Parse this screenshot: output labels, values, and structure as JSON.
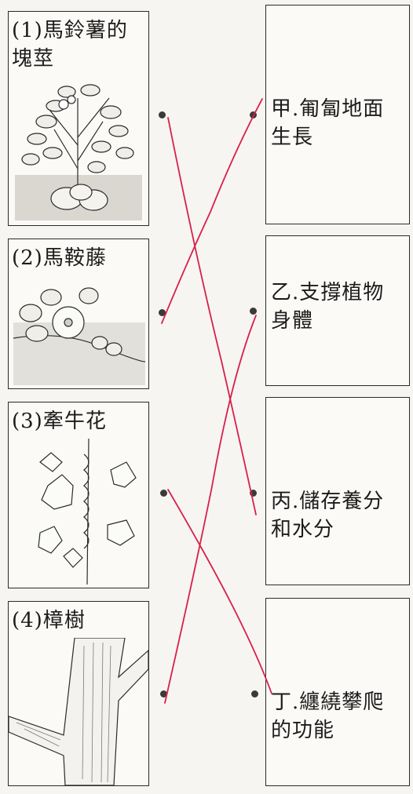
{
  "items": [
    {
      "label": "(1)馬鈴薯的\n塊莖"
    },
    {
      "label": "(2)馬鞍藤"
    },
    {
      "label": "(3)牽牛花"
    },
    {
      "label": "(4)樟樹"
    }
  ],
  "functions": [
    {
      "label": "甲.匍匐地面\n生長"
    },
    {
      "label": "乙.支撐植物\n身體"
    },
    {
      "label": "丙.儲存養分\n和水分"
    },
    {
      "label": "丁.纏繞攀爬\n的功能"
    }
  ],
  "connections": [
    {
      "from": "(1)",
      "to": "丙"
    },
    {
      "from": "(2)",
      "to": "甲"
    },
    {
      "from": "(3)",
      "to": "丁"
    },
    {
      "from": "(4)",
      "to": "乙"
    }
  ],
  "line_color": "#d8204a"
}
